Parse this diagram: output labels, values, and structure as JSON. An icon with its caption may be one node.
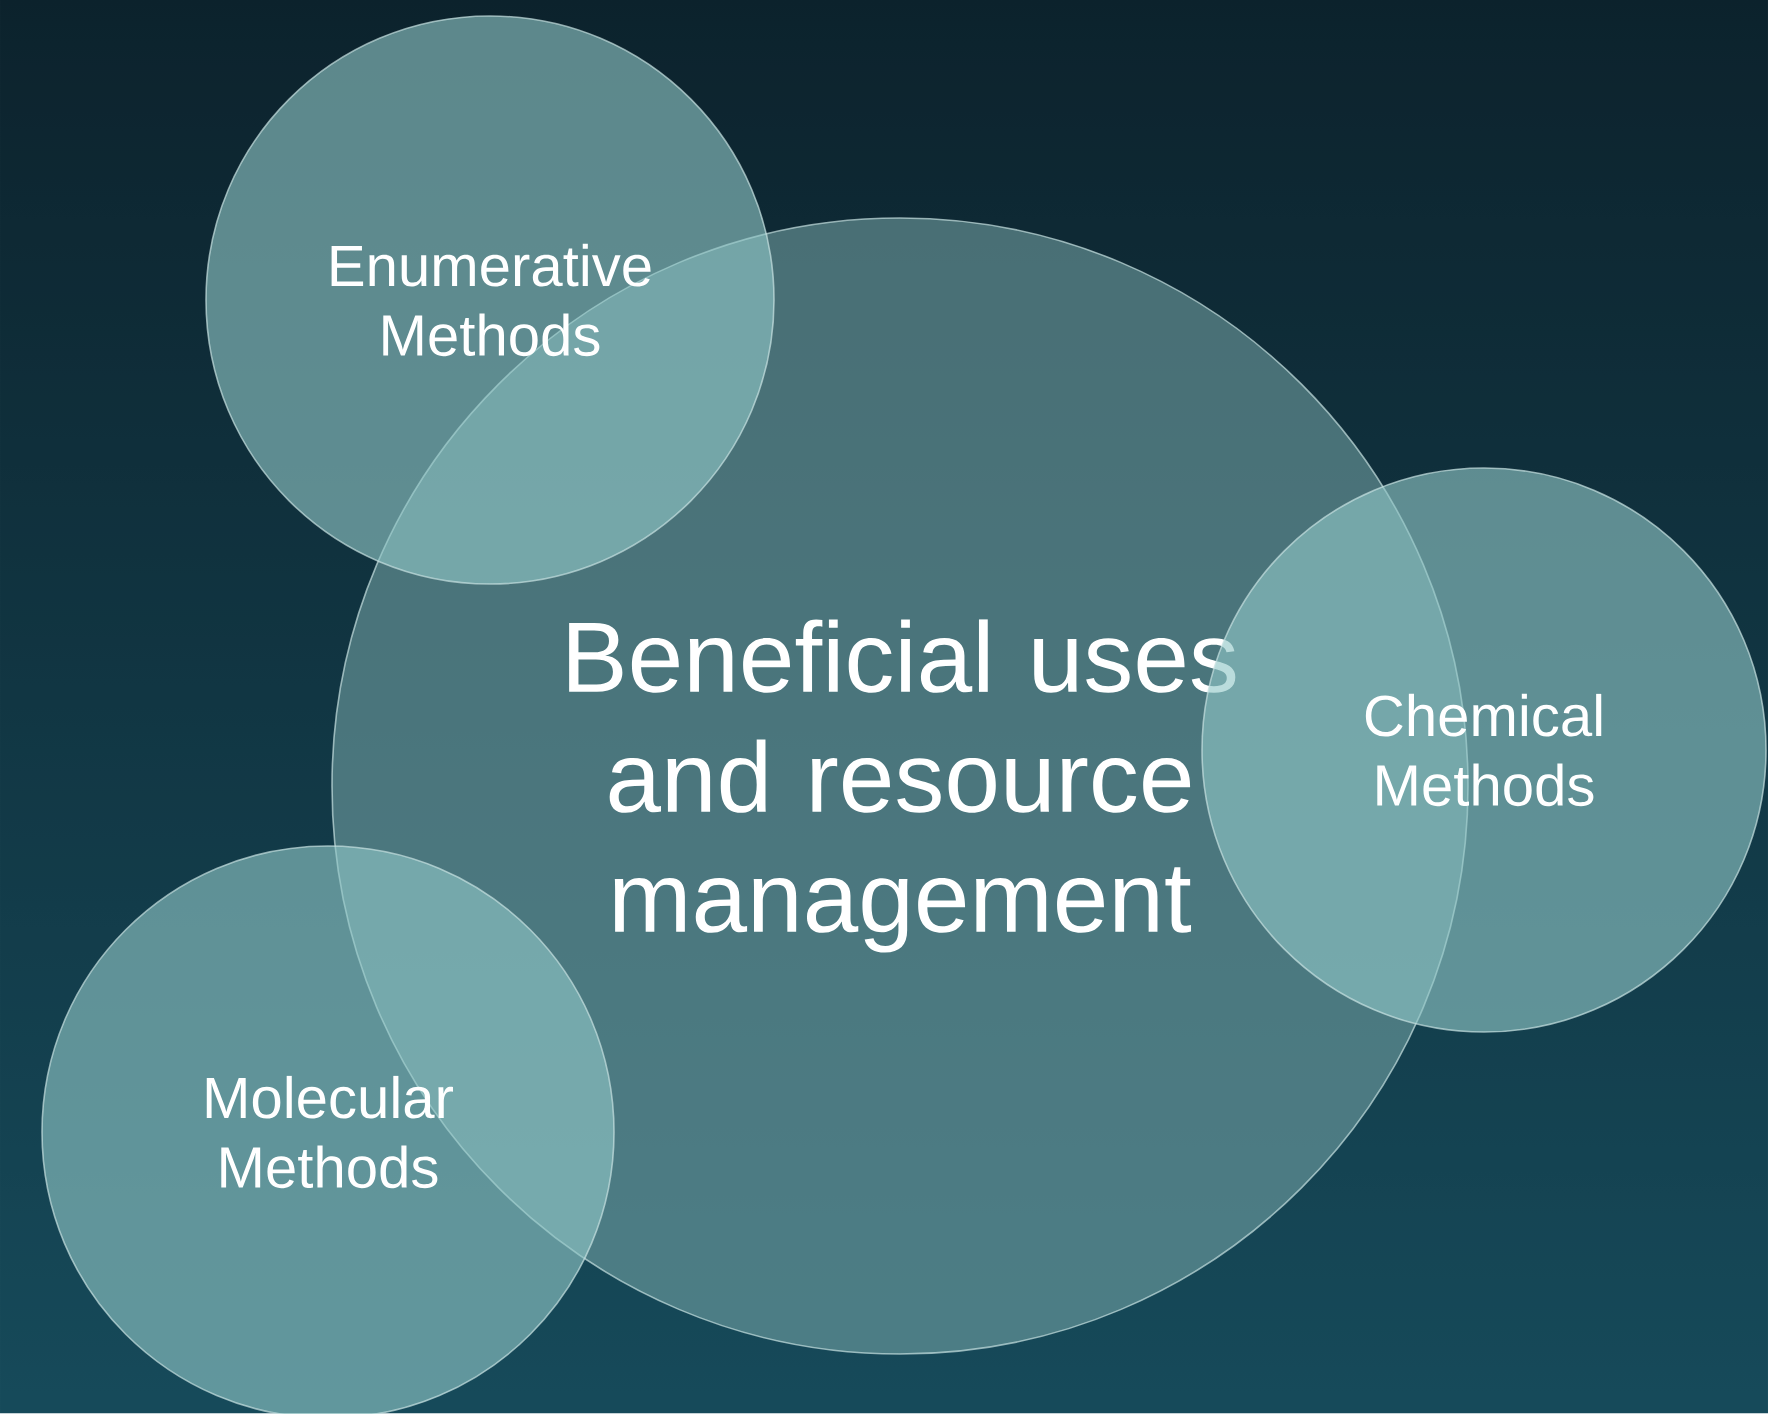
{
  "diagram": {
    "nodes": [
      {
        "text": [
          "Enumerative Methods"
        ]
      },
      {
        "text": [
          "Beneficial uses and resource management"
        ]
      },
      {
        "text": [
          "Chemical Methods"
        ]
      },
      {
        "text": [
          "Molecular Methods"
        ]
      }
    ]
  }
}
